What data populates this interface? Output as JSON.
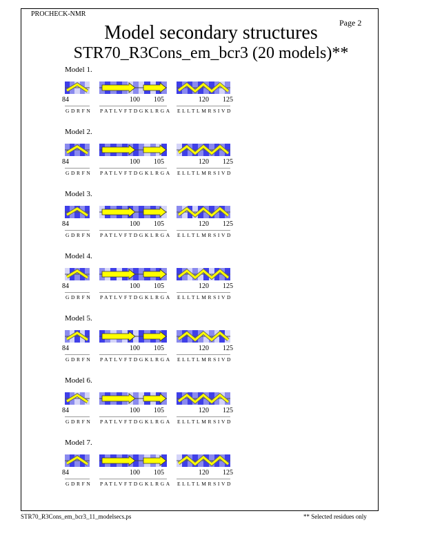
{
  "header": {
    "program": "PROCHECK-NMR",
    "page": "Page  2",
    "title": "Model secondary structures",
    "subtitle": "STR70_R3Cons_em_bcr3 (20 models)**"
  },
  "footer": {
    "filename": "STR70_R3Cons_em_bcr3_11_modelsecs.ps",
    "note": "** Selected residues only"
  },
  "residue_numbers": [
    "84",
    "100",
    "105",
    "120",
    "125"
  ],
  "segments": [
    {
      "sequence": "GDRFN"
    },
    {
      "sequence": "PATLVFTDGKLRGA"
    },
    {
      "sequence": "ELLTLMRSIVD"
    }
  ],
  "models": [
    {
      "label": "Model  1."
    },
    {
      "label": "Model  2."
    },
    {
      "label": "Model  3."
    },
    {
      "label": "Model  4."
    },
    {
      "label": "Model  5."
    },
    {
      "label": "Model  6."
    },
    {
      "label": "Model  7."
    }
  ],
  "colors": {
    "strand_fill": "#ffff00",
    "shading_dark": "#3f3fe8",
    "shading_mid": "#8a8aee",
    "shading_light": "#d4d4f8"
  }
}
